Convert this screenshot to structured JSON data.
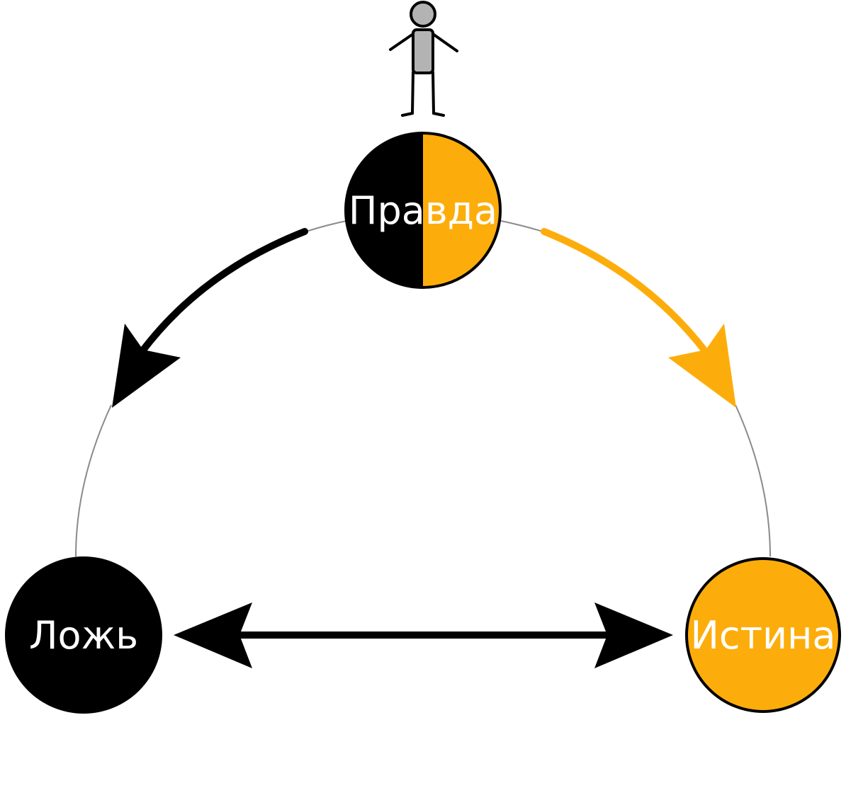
{
  "nodes": {
    "top": {
      "label": "Правда"
    },
    "left": {
      "label": "Ложь"
    },
    "right": {
      "label": "Истина"
    }
  },
  "icons": {
    "person": "person-icon"
  },
  "colors": {
    "dark": "#000000",
    "accent": "#fdad0b",
    "person_fill": "#b3b3b3",
    "guide_line": "#8a8a8a",
    "background": "#ffffff"
  }
}
